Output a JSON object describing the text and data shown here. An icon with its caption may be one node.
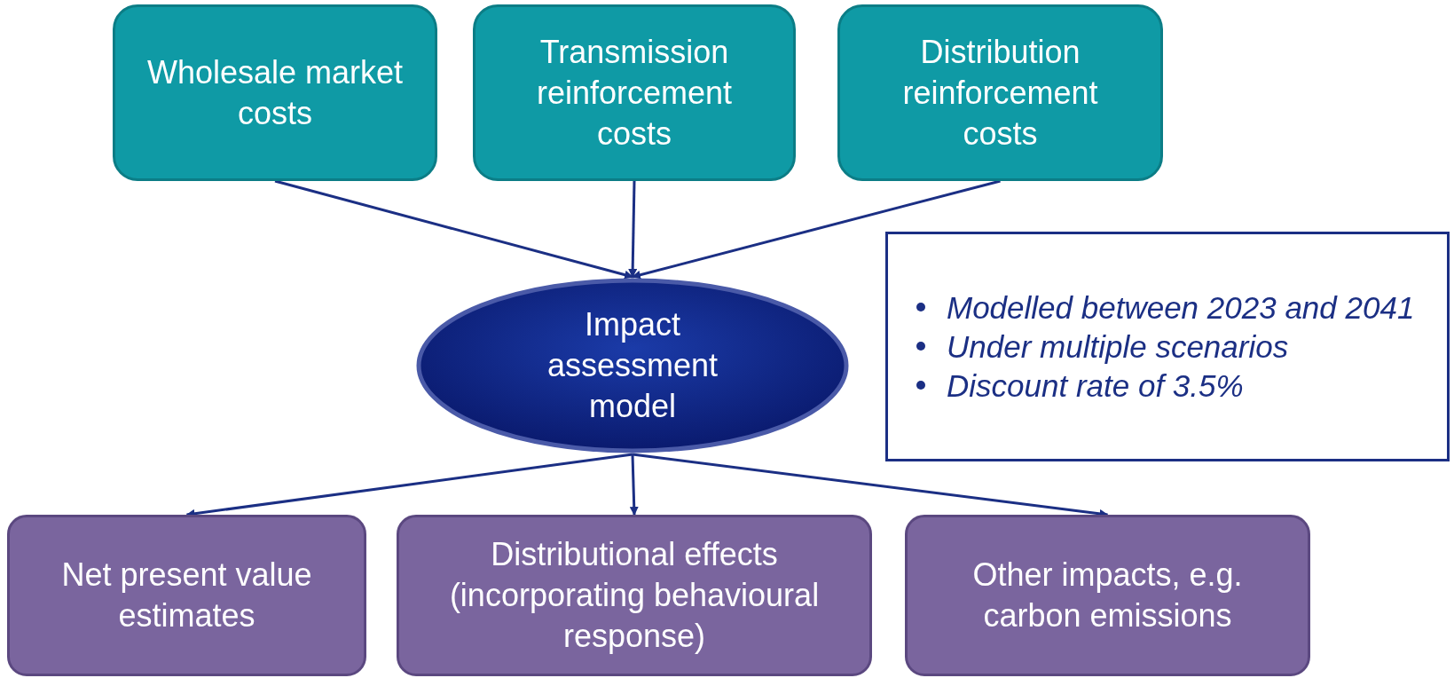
{
  "diagram": {
    "nodes": [
      {
        "text": [
          "Wholesale market costs"
        ]
      },
      {
        "text": [
          "Transmission reinforcement costs"
        ]
      },
      {
        "text": [
          "Distribution reinforcement costs"
        ]
      },
      {
        "text": [
          "Impact assessment model"
        ]
      },
      {
        "text": [
          "Modelled between 2023 and 2041",
          "Under multiple scenarios",
          "Discount rate of 3.5%"
        ]
      },
      {
        "text": [
          "Net present value estimates"
        ]
      },
      {
        "text": [
          "Distributional effects (incorporating behavioural response)"
        ]
      },
      {
        "text": [
          "Other impacts, e.g. carbon emissions"
        ]
      }
    ],
    "edges": [
      {
        "from": 0,
        "to": 3,
        "arrow": "to"
      },
      {
        "from": 1,
        "to": 3,
        "arrow": "to"
      },
      {
        "from": 2,
        "to": 3,
        "arrow": "to"
      },
      {
        "from": 3,
        "to": 5,
        "arrow": "to"
      },
      {
        "from": 3,
        "to": 6,
        "arrow": "to"
      },
      {
        "from": 3,
        "to": 7,
        "arrow": "to"
      }
    ]
  }
}
